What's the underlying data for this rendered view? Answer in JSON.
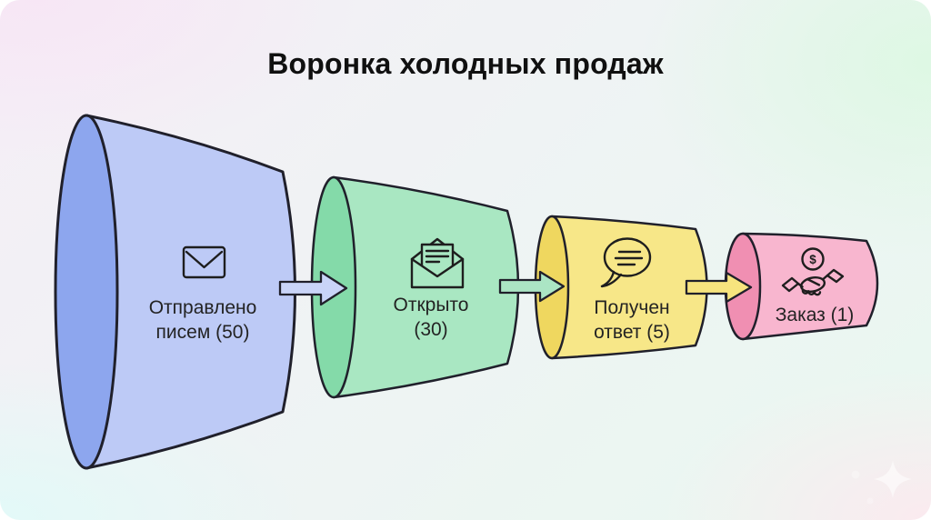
{
  "title": "Воронка холодных продаж",
  "funnel": {
    "type": "funnel",
    "stages": [
      {
        "id": "sent",
        "label_line1": "Отправлено",
        "label_line2": "писем (50)",
        "value": 50,
        "icon": "envelope-closed-icon",
        "colors": {
          "face": "#8da6ee",
          "body": "#bdcaf6"
        }
      },
      {
        "id": "opened",
        "label_line1": "Открыто",
        "label_line2": "(30)",
        "value": 30,
        "icon": "envelope-open-icon",
        "colors": {
          "face": "#84daa9",
          "body": "#a9e7c2"
        }
      },
      {
        "id": "replied",
        "label_line1": "Получен",
        "label_line2": "ответ (5)",
        "value": 5,
        "icon": "speech-bubble-icon",
        "colors": {
          "face": "#efd75f",
          "body": "#f7e788"
        }
      },
      {
        "id": "order",
        "label_line1": "Заказ (1)",
        "label_line2": "",
        "value": 1,
        "icon": "handshake-dollar-icon",
        "icon_glyph": "$",
        "colors": {
          "face": "#f08fb2",
          "body": "#f8b6cf"
        }
      }
    ],
    "arrows": [
      {
        "from": "sent",
        "to": "opened",
        "color": "#c9d4f8"
      },
      {
        "from": "opened",
        "to": "replied",
        "color": "#abe5c4"
      },
      {
        "from": "replied",
        "to": "order",
        "color": "#f7e47e"
      }
    ],
    "outline_color": "#20202b",
    "text_color": "#232323"
  }
}
